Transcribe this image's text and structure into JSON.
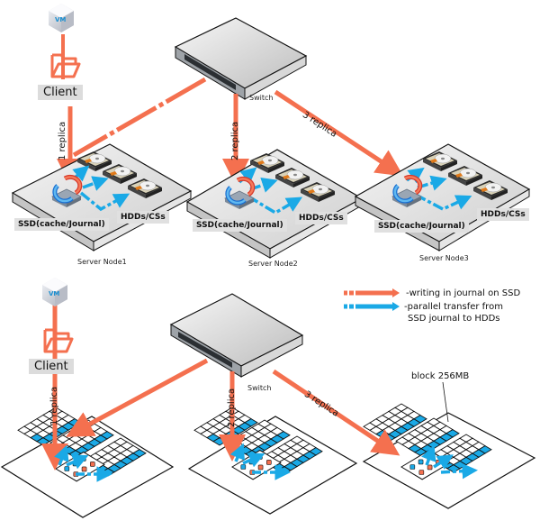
{
  "colors": {
    "write_arrow": "#f4704f",
    "transfer_arrow": "#1aa9e6",
    "block_fill": "#1aa9e6",
    "journal_dot_red": "#f4704f",
    "label_bg": "#e0e0e0"
  },
  "top_diagram": {
    "client": {
      "vm_badge": "VM",
      "label": "Client"
    },
    "switch": {
      "label": "Switch"
    },
    "replicas": [
      {
        "label": "1 replica"
      },
      {
        "label": "2 replica"
      },
      {
        "label": "3 replica"
      }
    ],
    "servers": [
      {
        "name": "Server Node1",
        "ssd_label": "SSD(cache/Journal)",
        "hdd_label": "HDDs/CSs"
      },
      {
        "name": "Server Node2",
        "ssd_label": "SSD(cache/Journal)",
        "hdd_label": "HDDs/CSs"
      },
      {
        "name": "Server Node3",
        "ssd_label": "SSD(cache/Journal)",
        "hdd_label": "HDDs/CSs"
      }
    ]
  },
  "legend": {
    "items": [
      {
        "kind": "write",
        "text": "-writing in journal on SSD"
      },
      {
        "kind": "transfer",
        "text_line1": "-parallel transfer from",
        "text_line2": "SSD journal to HDDs"
      }
    ]
  },
  "bottom_diagram": {
    "client": {
      "vm_badge": "VM",
      "label": "Client"
    },
    "switch": {
      "label": "Switch"
    },
    "replicas": [
      {
        "label": "1 replica"
      },
      {
        "label": "2 replica"
      },
      {
        "label": "3 replica"
      }
    ],
    "block_annotation": "block 256MB"
  }
}
